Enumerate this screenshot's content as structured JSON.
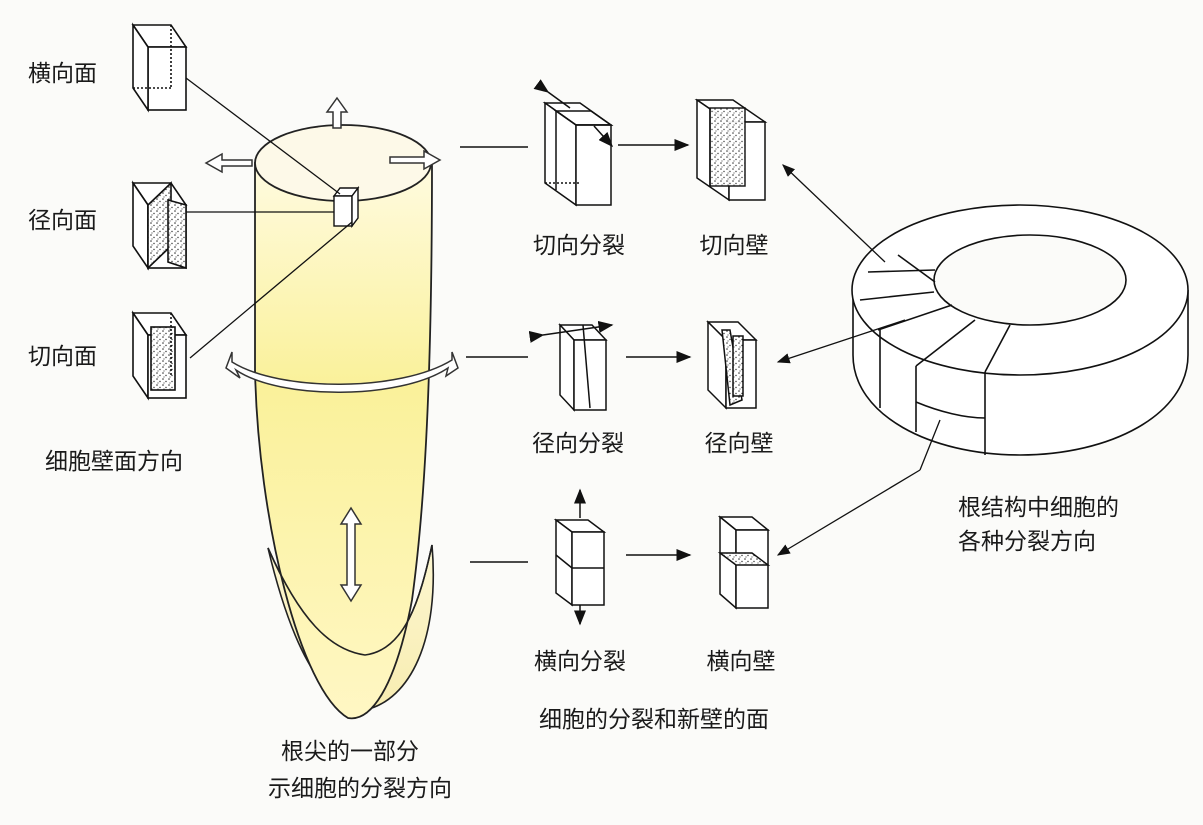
{
  "left_faces": {
    "transverse": "横向面",
    "radial": "径向面",
    "tangential": "切向面",
    "caption": "细胞壁面方向"
  },
  "root_caption": {
    "line1": "根尖的一部分",
    "line2": "示细胞的分裂方向"
  },
  "divisions": {
    "tangential_division": "切向分裂",
    "tangential_wall": "切向壁",
    "radial_division": "径向分裂",
    "radial_wall": "径向壁",
    "transverse_division": "横向分裂",
    "transverse_wall": "横向壁",
    "caption": "细胞的分裂和新壁的面"
  },
  "ring_caption": {
    "line1": "根结构中细胞的",
    "line2": "各种分裂方向"
  }
}
